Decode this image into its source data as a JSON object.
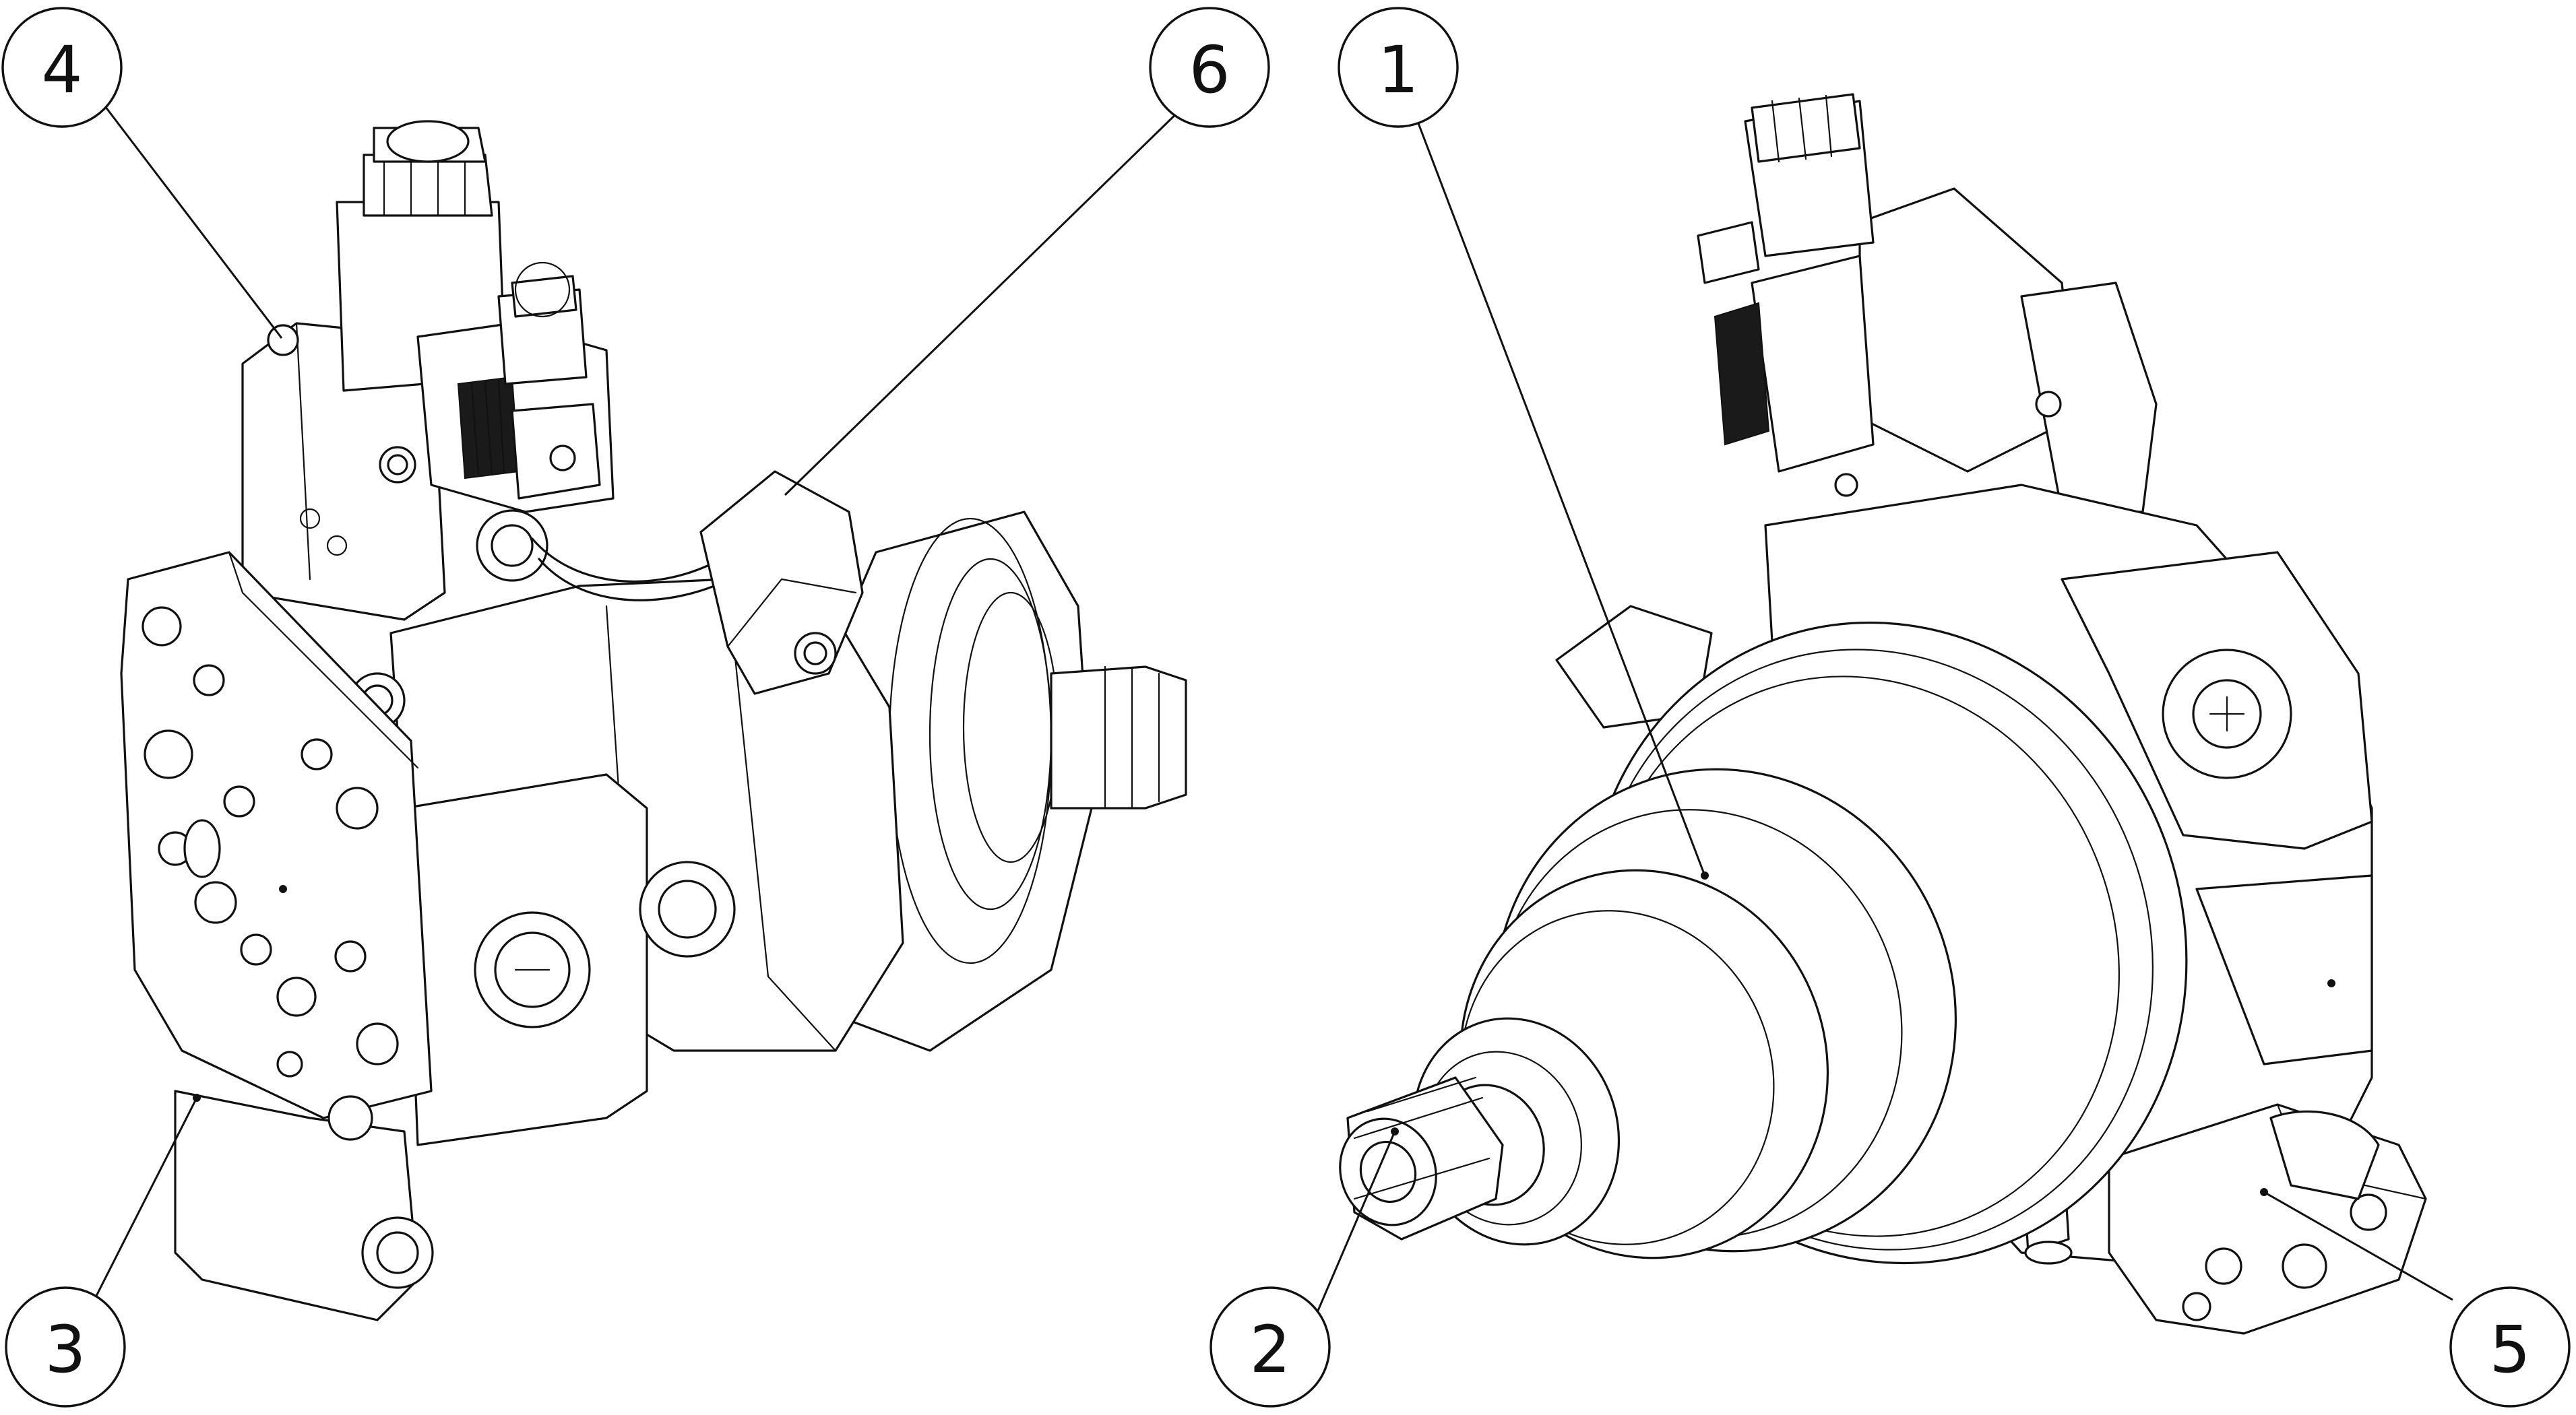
{
  "callouts": [
    {
      "id": "4",
      "label": "4"
    },
    {
      "id": "6",
      "label": "6"
    },
    {
      "id": "1",
      "label": "1"
    },
    {
      "id": "3",
      "label": "3"
    },
    {
      "id": "2",
      "label": "2"
    },
    {
      "id": "5",
      "label": "5"
    }
  ],
  "colors": {
    "line": "#111111",
    "background": "#ffffff"
  }
}
